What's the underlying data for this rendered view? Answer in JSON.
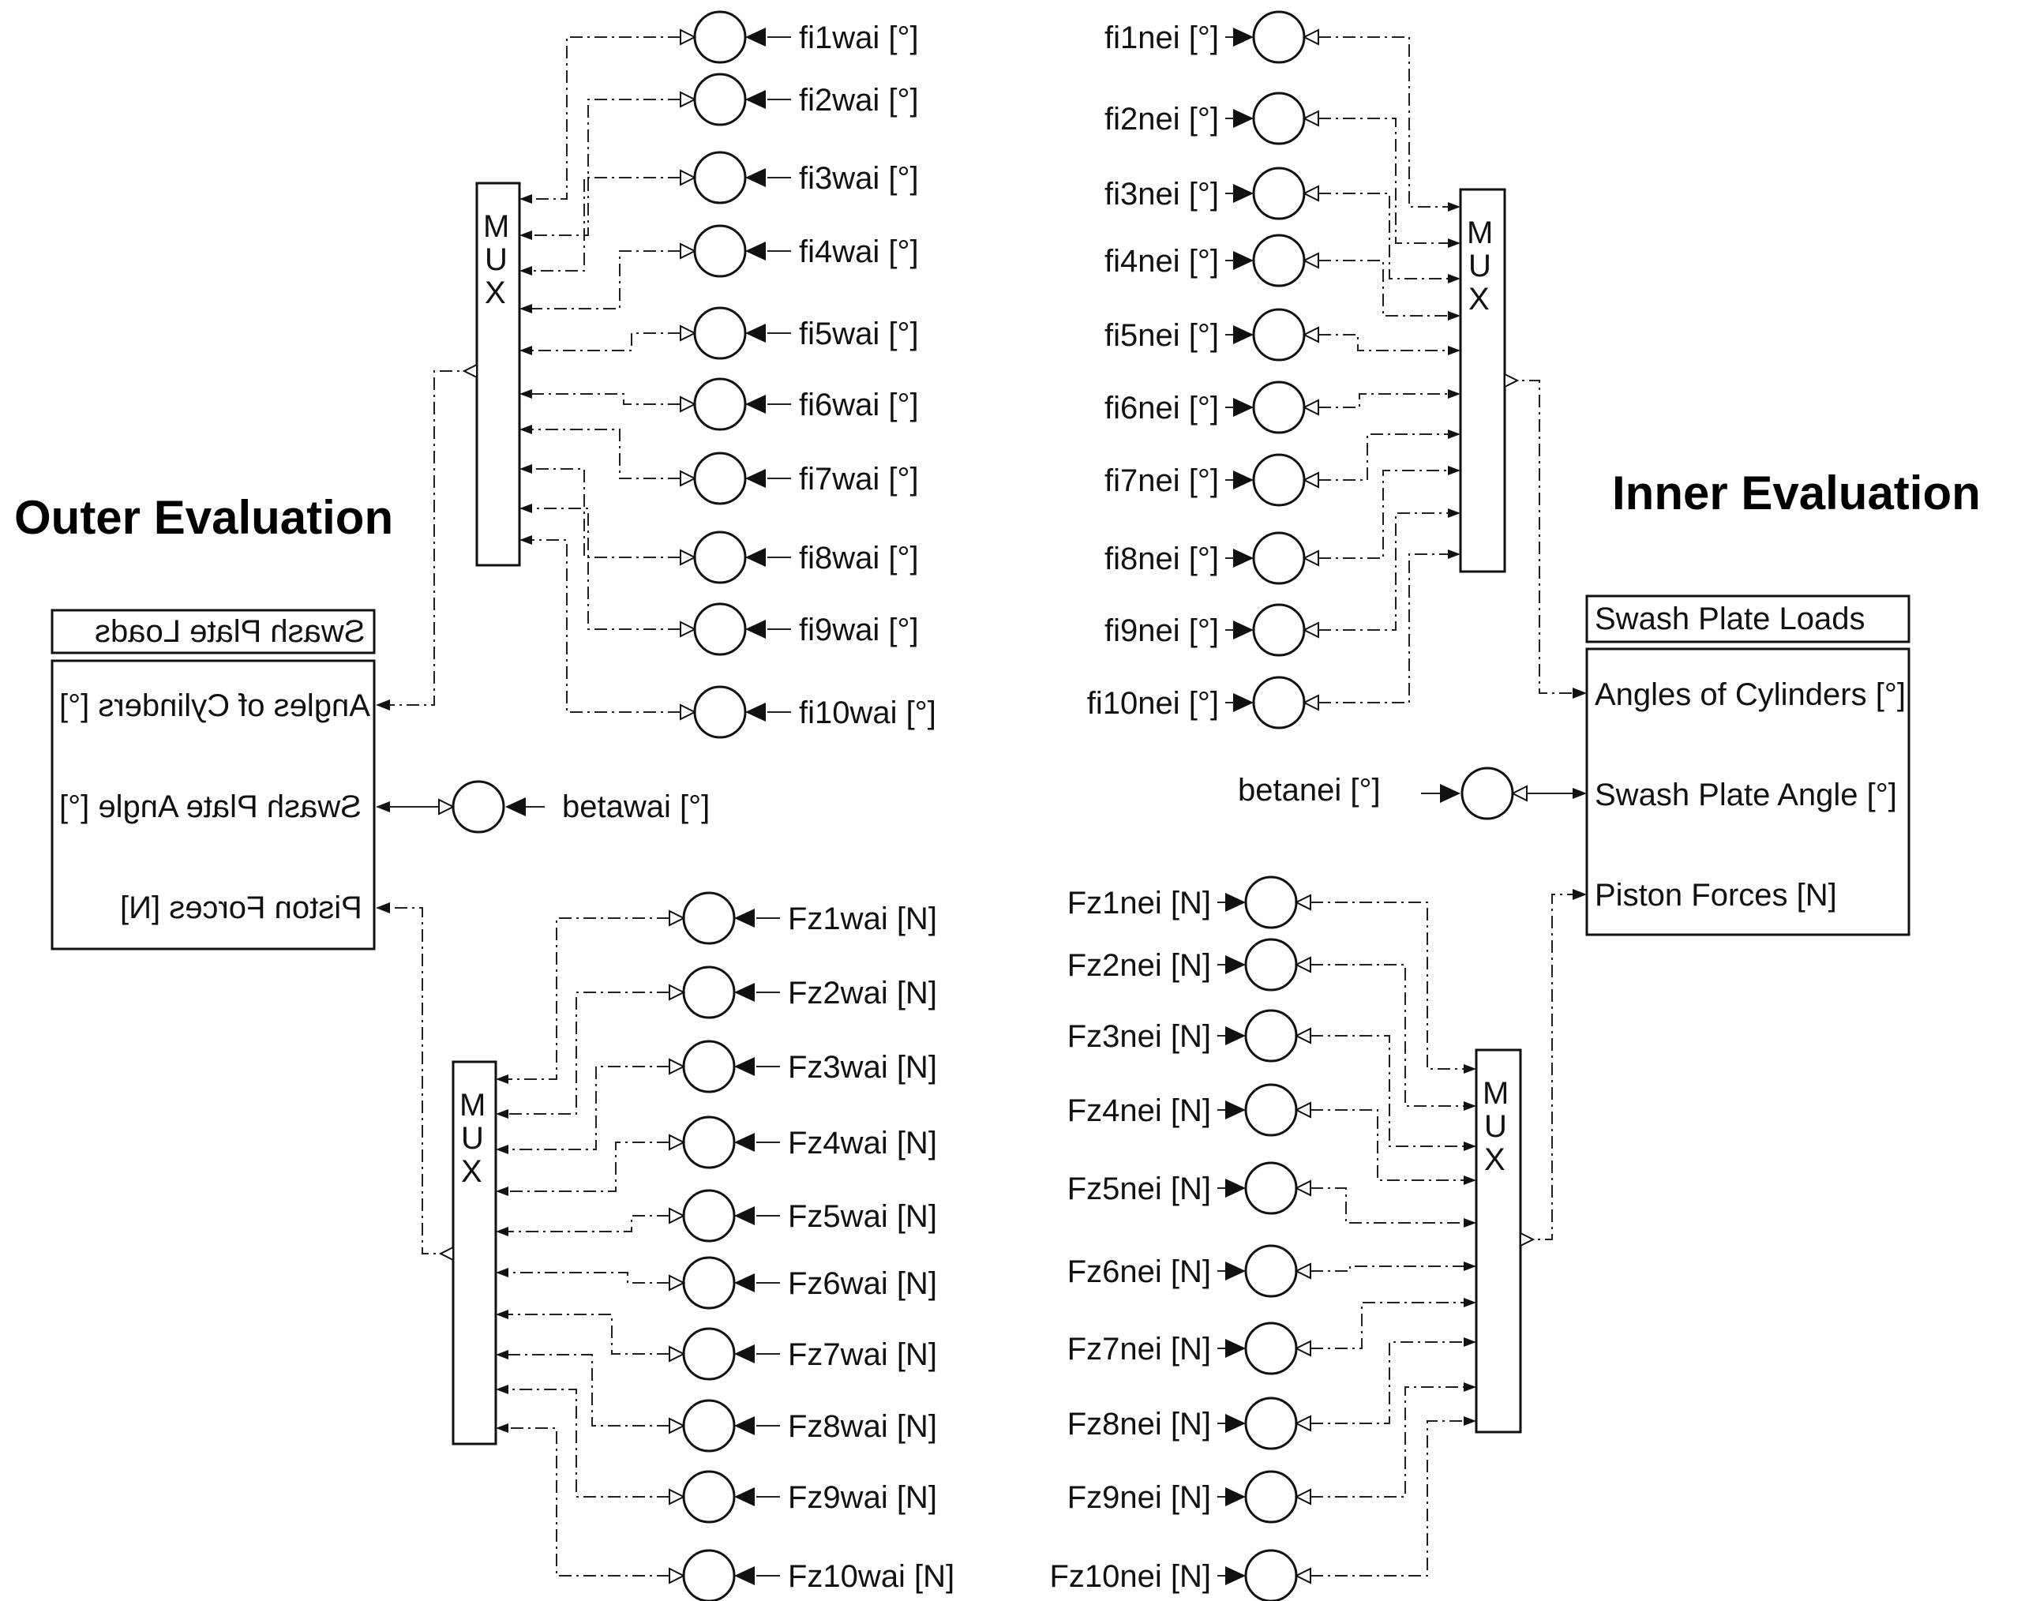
{
  "outer": {
    "heading": "Outer Evaluation",
    "block_title": "Swash Plate Loads",
    "ports": [
      "Angles of Cylinders [°]",
      "Swash Plate Angle [°]",
      "Piston Forces [N]"
    ],
    "mux_label": [
      "M",
      "U",
      "X"
    ],
    "angle_inputs": [
      "fi1wai [°]",
      "fi2wai [°]",
      "fi3wai [°]",
      "fi4wai [°]",
      "fi5wai [°]",
      "fi6wai [°]",
      "fi7wai [°]",
      "fi8wai [°]",
      "fi9wai [°]",
      "fi10wai [°]"
    ],
    "beta_input": "betawai [°]",
    "force_inputs": [
      "Fz1wai [N]",
      "Fz2wai [N]",
      "Fz3wai [N]",
      "Fz4wai [N]",
      "Fz5wai [N]",
      "Fz6wai [N]",
      "Fz7wai [N]",
      "Fz8wai [N]",
      "Fz9wai [N]",
      "Fz10wai [N]"
    ]
  },
  "inner": {
    "heading": "Inner Evaluation",
    "block_title": "Swash Plate Loads",
    "ports": [
      "Angles of Cylinders [°]",
      "Swash Plate Angle [°]",
      "Piston Forces [N]"
    ],
    "mux_label": [
      "M",
      "U",
      "X"
    ],
    "angle_inputs": [
      "fi1nei [°]",
      "fi2nei [°]",
      "fi3nei [°]",
      "fi4nei [°]",
      "fi5nei [°]",
      "fi6nei [°]",
      "fi7nei [°]",
      "fi8nei [°]",
      "fi9nei [°]",
      "fi10nei [°]"
    ],
    "beta_input": "betanei [°]",
    "force_inputs": [
      "Fz1nei [N]",
      "Fz2nei [N]",
      "Fz3nei [N]",
      "Fz4nei [N]",
      "Fz5nei [N]",
      "Fz6nei [N]",
      "Fz7nei [N]",
      "Fz8nei [N]",
      "Fz9nei [N]",
      "Fz10nei [N]"
    ]
  }
}
